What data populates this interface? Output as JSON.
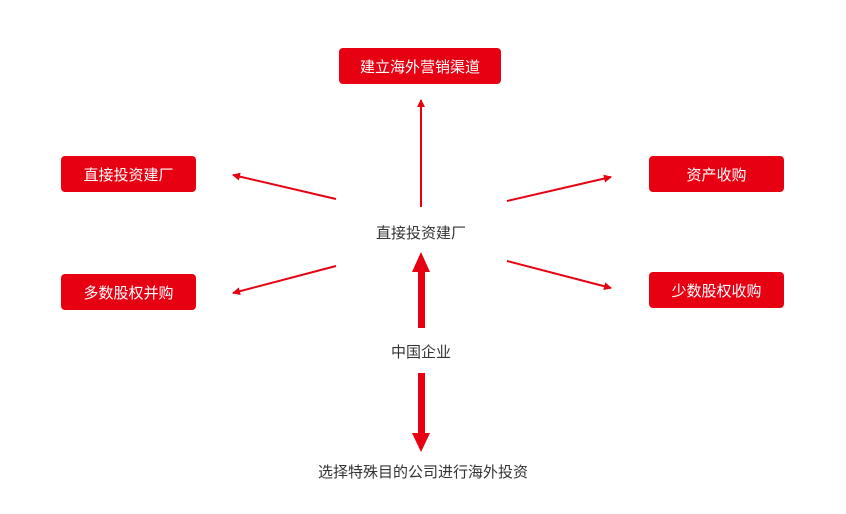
{
  "colors": {
    "accent": "#e60012",
    "text": "#333333",
    "box_text": "#ffffff"
  },
  "boxes": {
    "top": "建立海外营销渠道",
    "upper_left": "直接投资建厂",
    "lower_left": "多数股权并购",
    "upper_right": "资产收购",
    "lower_right": "少数股权收购"
  },
  "labels": {
    "center": "直接投资建厂",
    "company": "中国企业",
    "bottom": "选择特殊目的公司进行海外投资"
  }
}
